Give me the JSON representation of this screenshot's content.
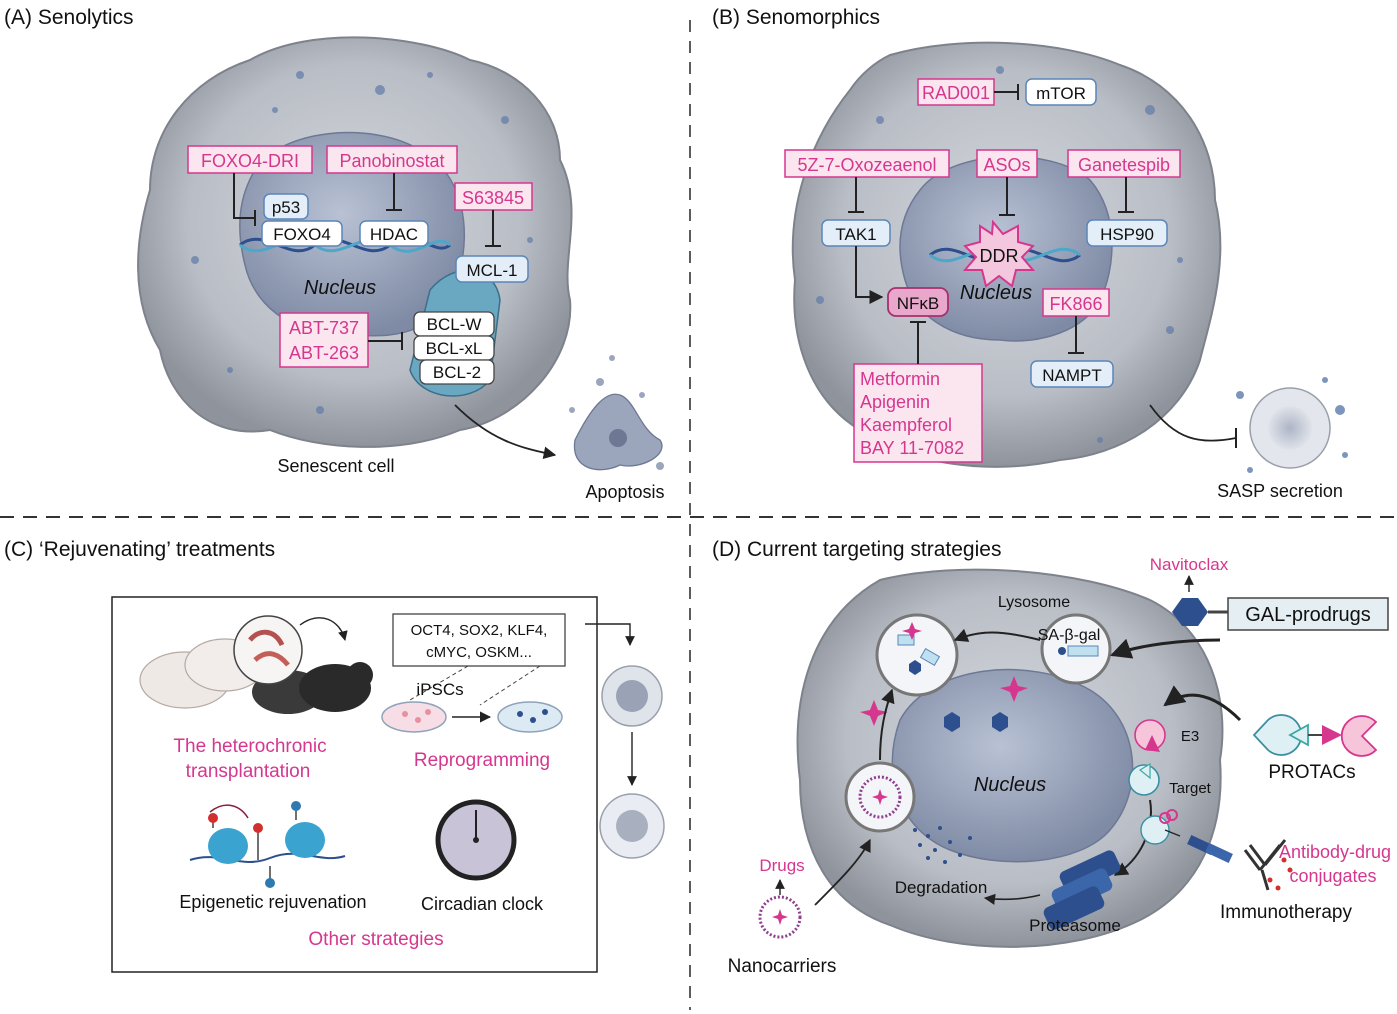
{
  "panels": {
    "a": {
      "title": "(A) Senolytics"
    },
    "b": {
      "title": "(B) Senomorphics"
    },
    "c": {
      "title": "(C) ‘Rejuvenating’ treatments"
    },
    "d": {
      "title": "(D) Current targeting strategies"
    }
  },
  "senolytics": {
    "drugs": {
      "foxo4dri": "FOXO4-DRI",
      "panobinostat": "Panobinostat",
      "s63845": "S63845",
      "abt737": "ABT-737",
      "abt263": "ABT-263"
    },
    "targets": {
      "p53": "p53",
      "foxo4": "FOXO4",
      "hdac": "HDAC",
      "mcl1": "MCL-1",
      "bclw": "BCL-W",
      "bclxl": "BCL-xL",
      "bcl2": "BCL-2"
    },
    "nucleus": "Nucleus",
    "cell_label": "Senescent cell",
    "outcome": "Apoptosis"
  },
  "senomorphics": {
    "drugs": {
      "rad001": "RAD001",
      "oxozeaenol": "5Z-7-Oxozeaenol",
      "asos": "ASOs",
      "ganetespib": "Ganetespib",
      "fk866": "FK866",
      "nfkb_inhibitors": [
        "Metformin",
        "Apigenin",
        "Kaempferol",
        "BAY 11-7082"
      ]
    },
    "targets": {
      "mtor": "mTOR",
      "tak1": "TAK1",
      "nfkb": "NFκB",
      "ddr": "DDR",
      "hsp90": "HSP90",
      "nampt": "NAMPT"
    },
    "nucleus": "Nucleus",
    "outcome": "SASP secretion"
  },
  "rejuvenating": {
    "factors_line1": "OCT4, SOX2, KLF4,",
    "factors_line2": "cMYC, OSKM...",
    "ipscs": "iPSCs",
    "heterochronic_line1": "The heterochronic",
    "heterochronic_line2": "transplantation",
    "reprogramming": "Reprogramming",
    "epigenetic": "Epigenetic rejuvenation",
    "circadian": "Circadian clock",
    "other": "Other strategies"
  },
  "strategies": {
    "navitoclax": "Navitoclax",
    "lysosome": "Lysosome",
    "sa_beta_gal": "SA-β-gal",
    "gal_prodrugs": "GAL-prodrugs",
    "e3": "E3",
    "target": "Target",
    "protacs": "PROTACs",
    "nucleus": "Nucleus",
    "drugs": "Drugs",
    "degradation": "Degradation",
    "proteasome": "Proteasome",
    "adc_line1": "Antibody-drug",
    "adc_line2": "conjugates",
    "immunotherapy": "Immunotherapy",
    "nanocarriers": "Nanocarriers"
  },
  "colors": {
    "drug_pink": "#d6378e",
    "drug_box_fill": "#fbe6f0",
    "target_box_fill": "#e4eef8",
    "target_box_stroke": "#5a86b8",
    "cell_gray": "#9aa0ab",
    "nucleus_blue": "#8f9bb4",
    "dark_blue": "#2d4f8e"
  }
}
